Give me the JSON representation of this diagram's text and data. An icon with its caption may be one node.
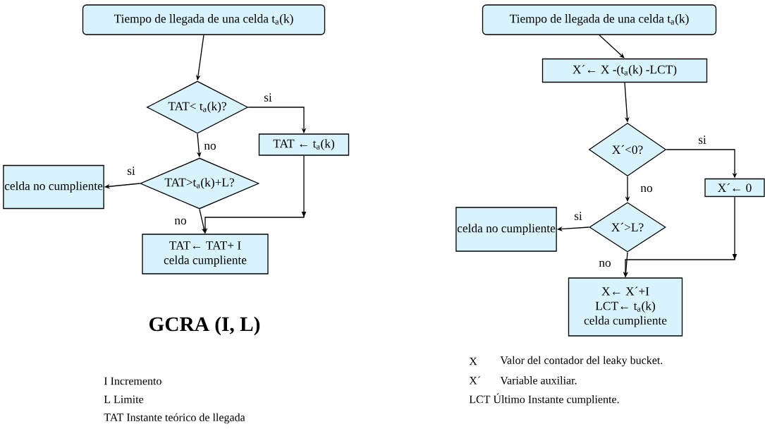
{
  "diagram": {
    "title": "GCRA (I, L)",
    "nodes": [
      {
        "text": [
          "Tiempo de llegada de una celda t$_{a}$(k)"
        ]
      },
      {
        "text": [
          "TAT< t$_{a}$(k)?"
        ]
      },
      {
        "text": [
          "TAT ← t$_{a}$(k)"
        ]
      },
      {
        "text": [
          "celda no cumpliente"
        ]
      },
      {
        "text": [
          "TAT>t$_{a}$(k)+L?"
        ]
      },
      {
        "text": [
          "TAT← TAT+ I",
          "celda cumpliente"
        ]
      },
      {
        "text": [
          "Tiempo de llegada de una celda t$_{a}$(k)"
        ]
      },
      {
        "text": [
          "X´← X -(t$_{a}$(k) -LCT)"
        ]
      },
      {
        "text": [
          "X´<0?"
        ]
      },
      {
        "text": [
          "X´← 0"
        ]
      },
      {
        "text": [
          "celda no cumpliente"
        ]
      },
      {
        "text": [
          "X´>L?"
        ]
      },
      {
        "text": [
          "X← X´+I",
          "LCT← t$_{a}$(k)",
          "celda cumpliente"
        ]
      }
    ],
    "edges": [
      {
        "from": 0,
        "to": 1,
        "arrow": "to"
      },
      {
        "from": 1,
        "to": 2,
        "arrow": "to",
        "label": "si"
      },
      {
        "from": 1,
        "to": 4,
        "arrow": "to",
        "label": "no"
      },
      {
        "from": 4,
        "to": 3,
        "arrow": "to",
        "label": "si"
      },
      {
        "from": 4,
        "to": 5,
        "arrow": "to",
        "label": "no"
      },
      {
        "from": 2,
        "to": 5,
        "arrow": "to"
      },
      {
        "from": 6,
        "to": 7,
        "arrow": "to"
      },
      {
        "from": 7,
        "to": 8,
        "arrow": "to"
      },
      {
        "from": 8,
        "to": 9,
        "arrow": "to",
        "label": "si"
      },
      {
        "from": 8,
        "to": 11,
        "arrow": "to",
        "label": "no"
      },
      {
        "from": 11,
        "to": 10,
        "arrow": "to",
        "label": "si"
      },
      {
        "from": 11,
        "to": 12,
        "arrow": "to",
        "label": "no"
      },
      {
        "from": 9,
        "to": 12,
        "arrow": "to"
      }
    ],
    "labels": [
      "I Incremento",
      "L Limite",
      "TAT Instante teórico de llegada",
      "X",
      "Valor del contador del leaky bucket.",
      "X´",
      "Variable auxiliar.",
      "LCT Último Instante cumpliente."
    ]
  }
}
